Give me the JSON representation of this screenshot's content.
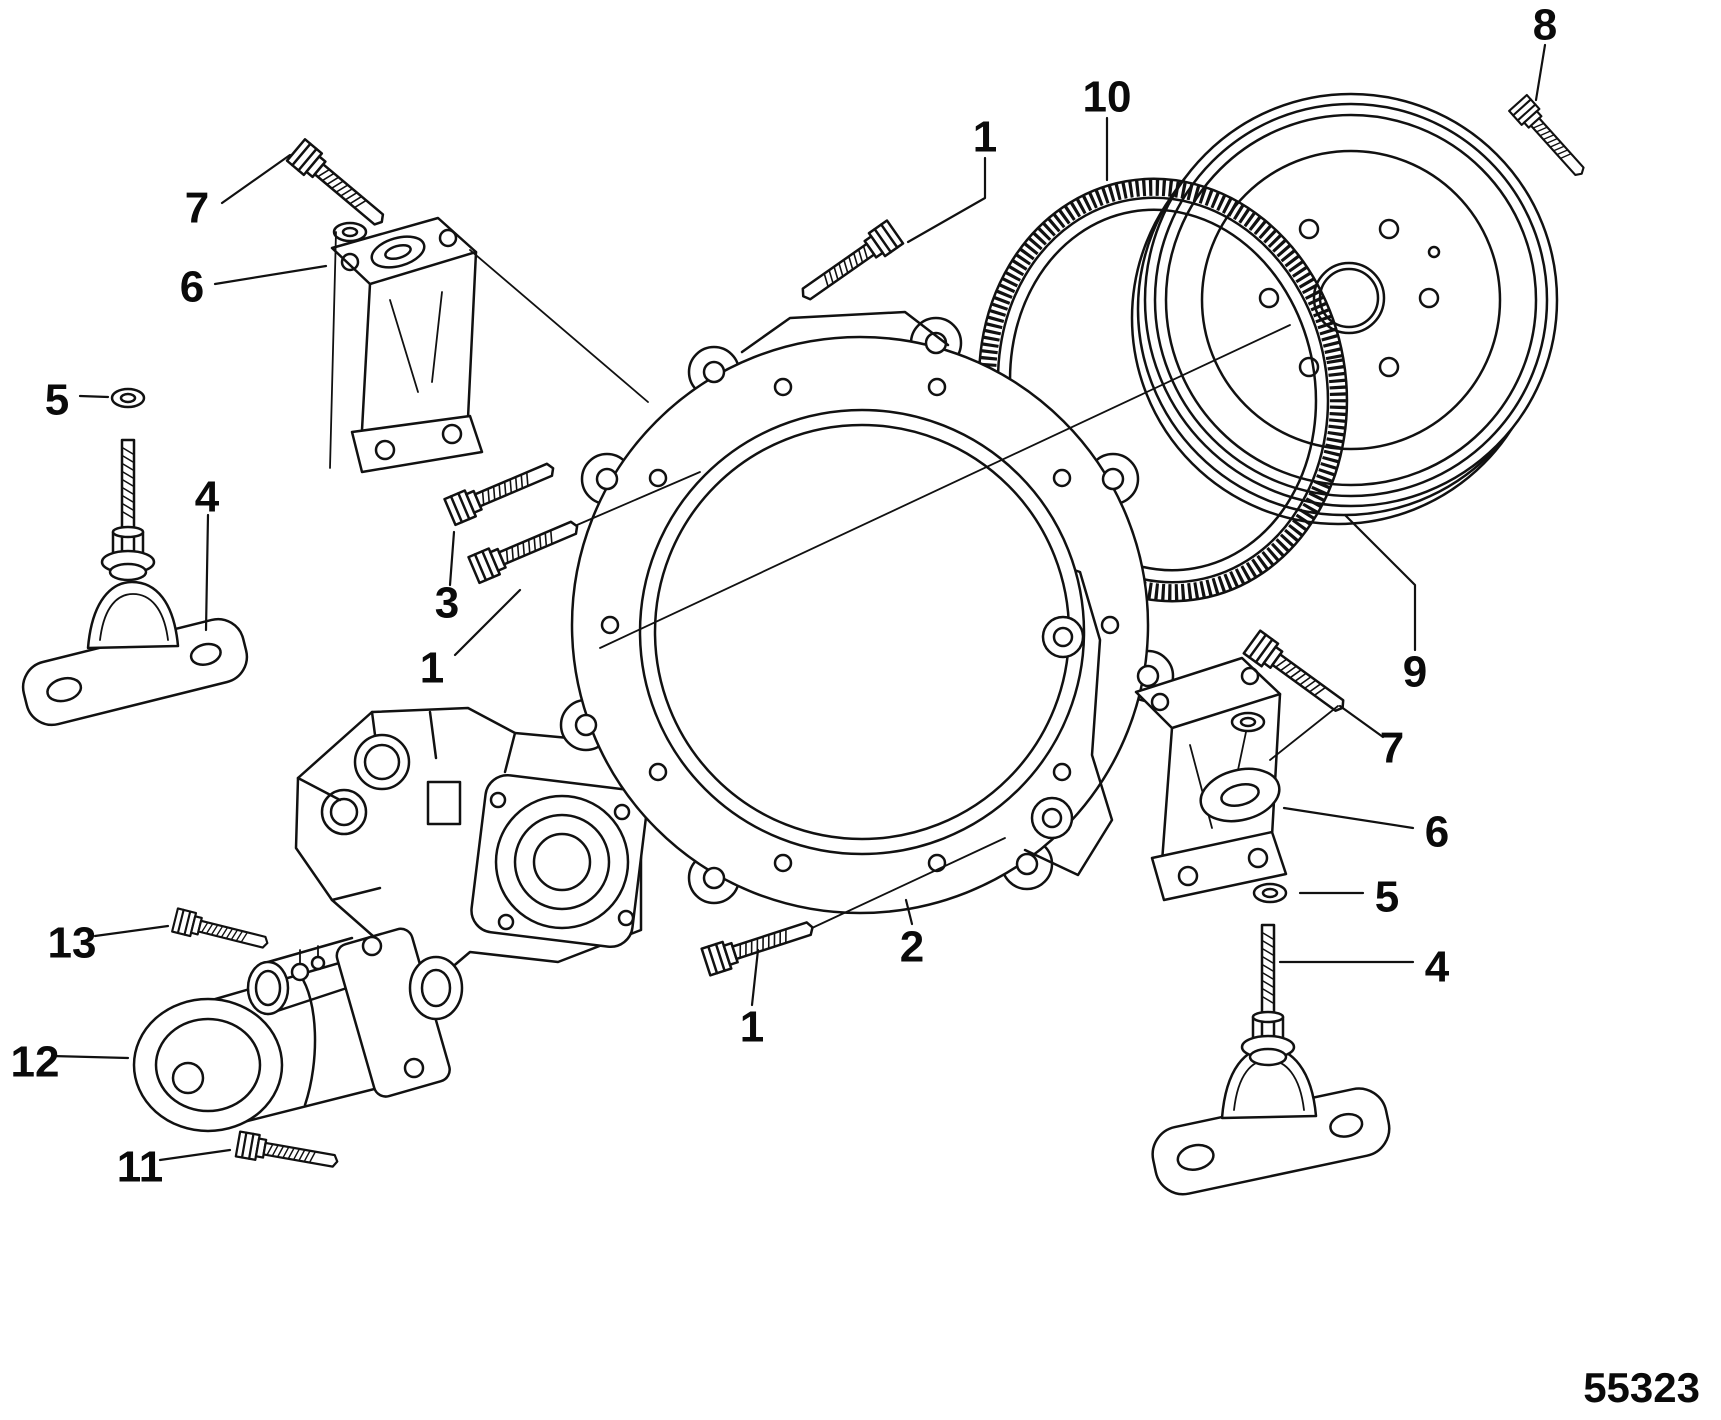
{
  "diagram": {
    "number": "55323",
    "callouts": [
      {
        "label": "7"
      },
      {
        "label": "6"
      },
      {
        "label": "5"
      },
      {
        "label": "4"
      },
      {
        "label": "3"
      },
      {
        "label": "1"
      },
      {
        "label": "1"
      },
      {
        "label": "10"
      },
      {
        "label": "8"
      },
      {
        "label": "9"
      },
      {
        "label": "7"
      },
      {
        "label": "6"
      },
      {
        "label": "5"
      },
      {
        "label": "4"
      },
      {
        "label": "2"
      },
      {
        "label": "1"
      },
      {
        "label": "13"
      },
      {
        "label": "12"
      },
      {
        "label": "11"
      }
    ]
  }
}
